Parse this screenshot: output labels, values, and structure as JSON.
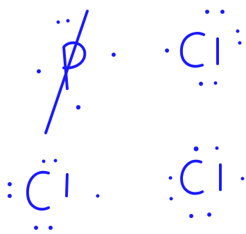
{
  "ink_color": "#1a1aff",
  "background": "#ffffff",
  "phosphorus": {
    "symbol": "P"
  },
  "chlorines": [
    {
      "symbol": "Cl"
    },
    {
      "symbol": "Cl"
    },
    {
      "symbol": "Cl"
    }
  ]
}
